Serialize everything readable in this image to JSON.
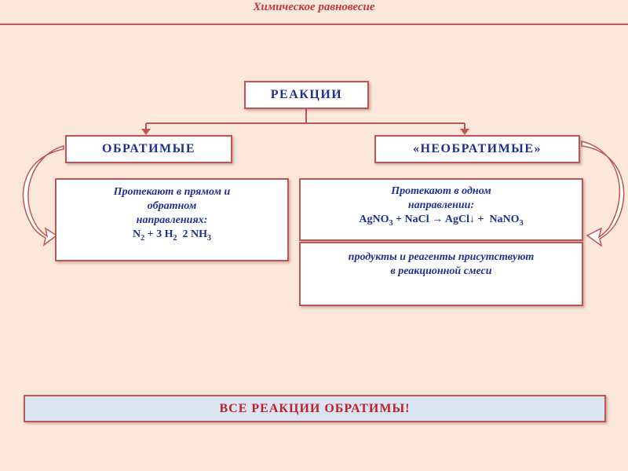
{
  "slide_title": "Химическое равновесие",
  "root": {
    "label": "РЕАКЦИИ"
  },
  "reversible": {
    "label": "ОБРАТИМЫЕ",
    "description": {
      "line1": "Протекают в прямом и",
      "line2": "обратном",
      "line3": "направлениях:"
    },
    "equation": {
      "p1": "N",
      "s1": "2",
      "p2": " + 3 H",
      "s2": "2",
      "p3": "  2 NH",
      "s3": "3"
    }
  },
  "irreversible": {
    "label": "«НЕОБРАТИМЫЕ»",
    "description": {
      "line1": "Протекают в одном",
      "line2": "направлении:"
    },
    "equation": {
      "p1": "AgNO",
      "s1": "3",
      "p2": " + NaCl → AgCl↓ +  NaNO",
      "s2": "3"
    },
    "note": {
      "line1": "продукты и реагенты присутствуют",
      "line2": "в реакционной смеси"
    }
  },
  "conclusion": "ВСЕ РЕАКЦИИ ОБРАТИМЫ!",
  "colors": {
    "background": "#fbe8da",
    "border": "#bf5555",
    "text_blue": "#1f2f8c",
    "text_red": "#c01f2a",
    "banner_fill": "#dbe4f1"
  },
  "icons": {
    "left_arrow": "curved-arrow-left-icon",
    "right_arrow": "curved-arrow-right-icon"
  }
}
